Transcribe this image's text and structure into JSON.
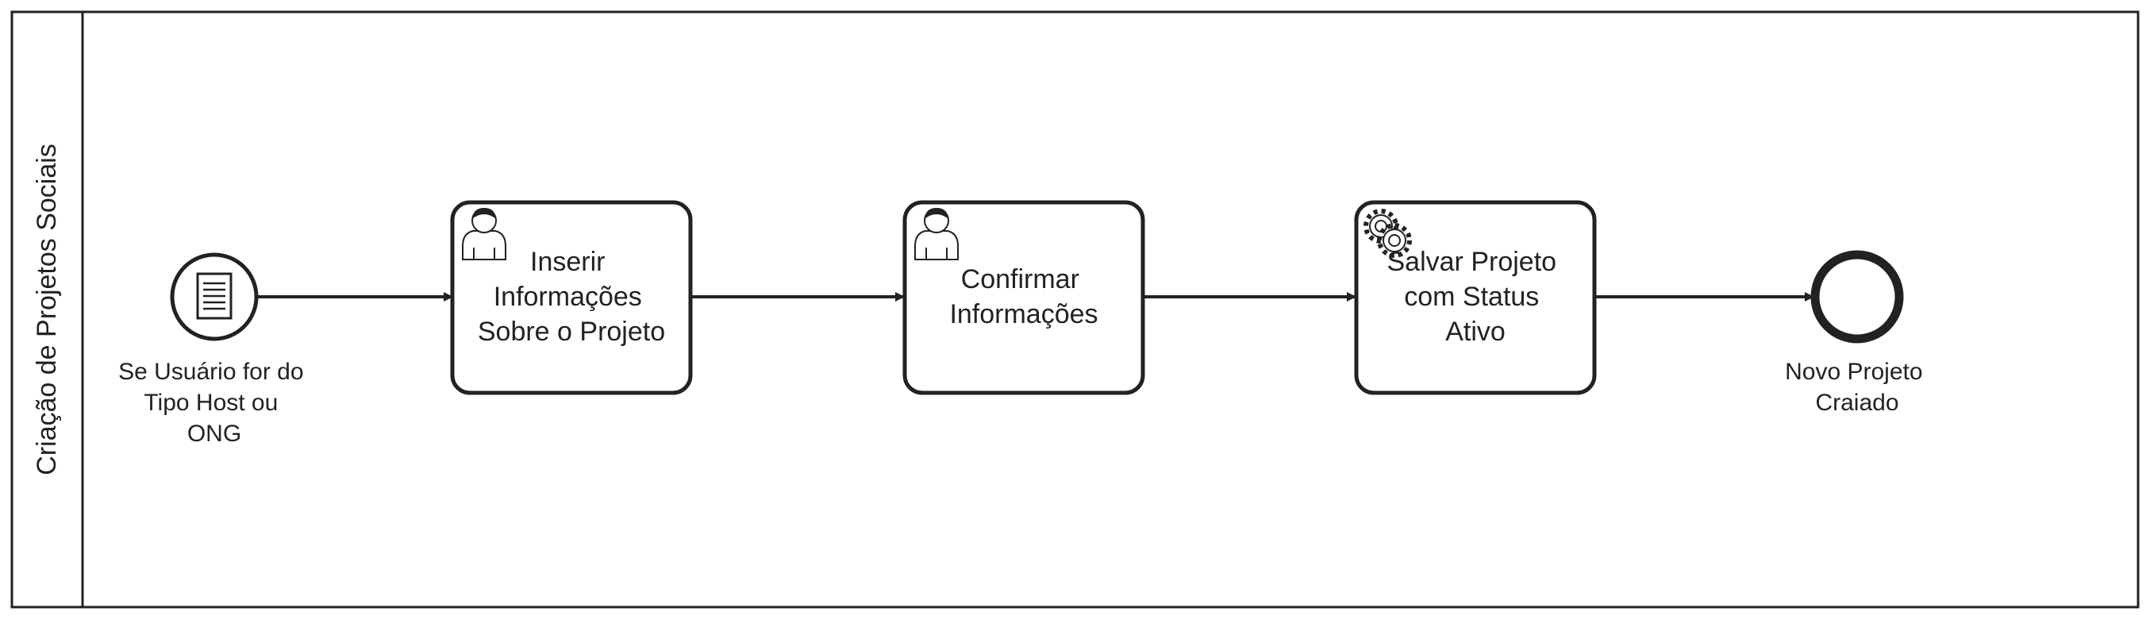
{
  "pool": {
    "lane_label": "Criação de Projetos Sociais"
  },
  "start_event": {
    "icon": "message-document-icon",
    "label_lines": [
      "Se Usuário for do",
      "Tipo Host ou",
      "ONG"
    ]
  },
  "tasks": [
    {
      "type": "user-task",
      "icon": "user-icon",
      "label_lines": [
        "Inserir",
        "Informações",
        "Sobre o Projeto"
      ]
    },
    {
      "type": "user-task",
      "icon": "user-icon",
      "label_lines": [
        "Confirmar",
        "Informações"
      ]
    },
    {
      "type": "service-task",
      "icon": "gear-icon",
      "label_lines": [
        "Salvar Projeto",
        "com Status",
        "Ativo"
      ]
    }
  ],
  "end_event": {
    "label_lines": [
      "Novo Projeto",
      "Craiado"
    ]
  },
  "colors": {
    "stroke": "#222222",
    "background": "#ffffff"
  }
}
